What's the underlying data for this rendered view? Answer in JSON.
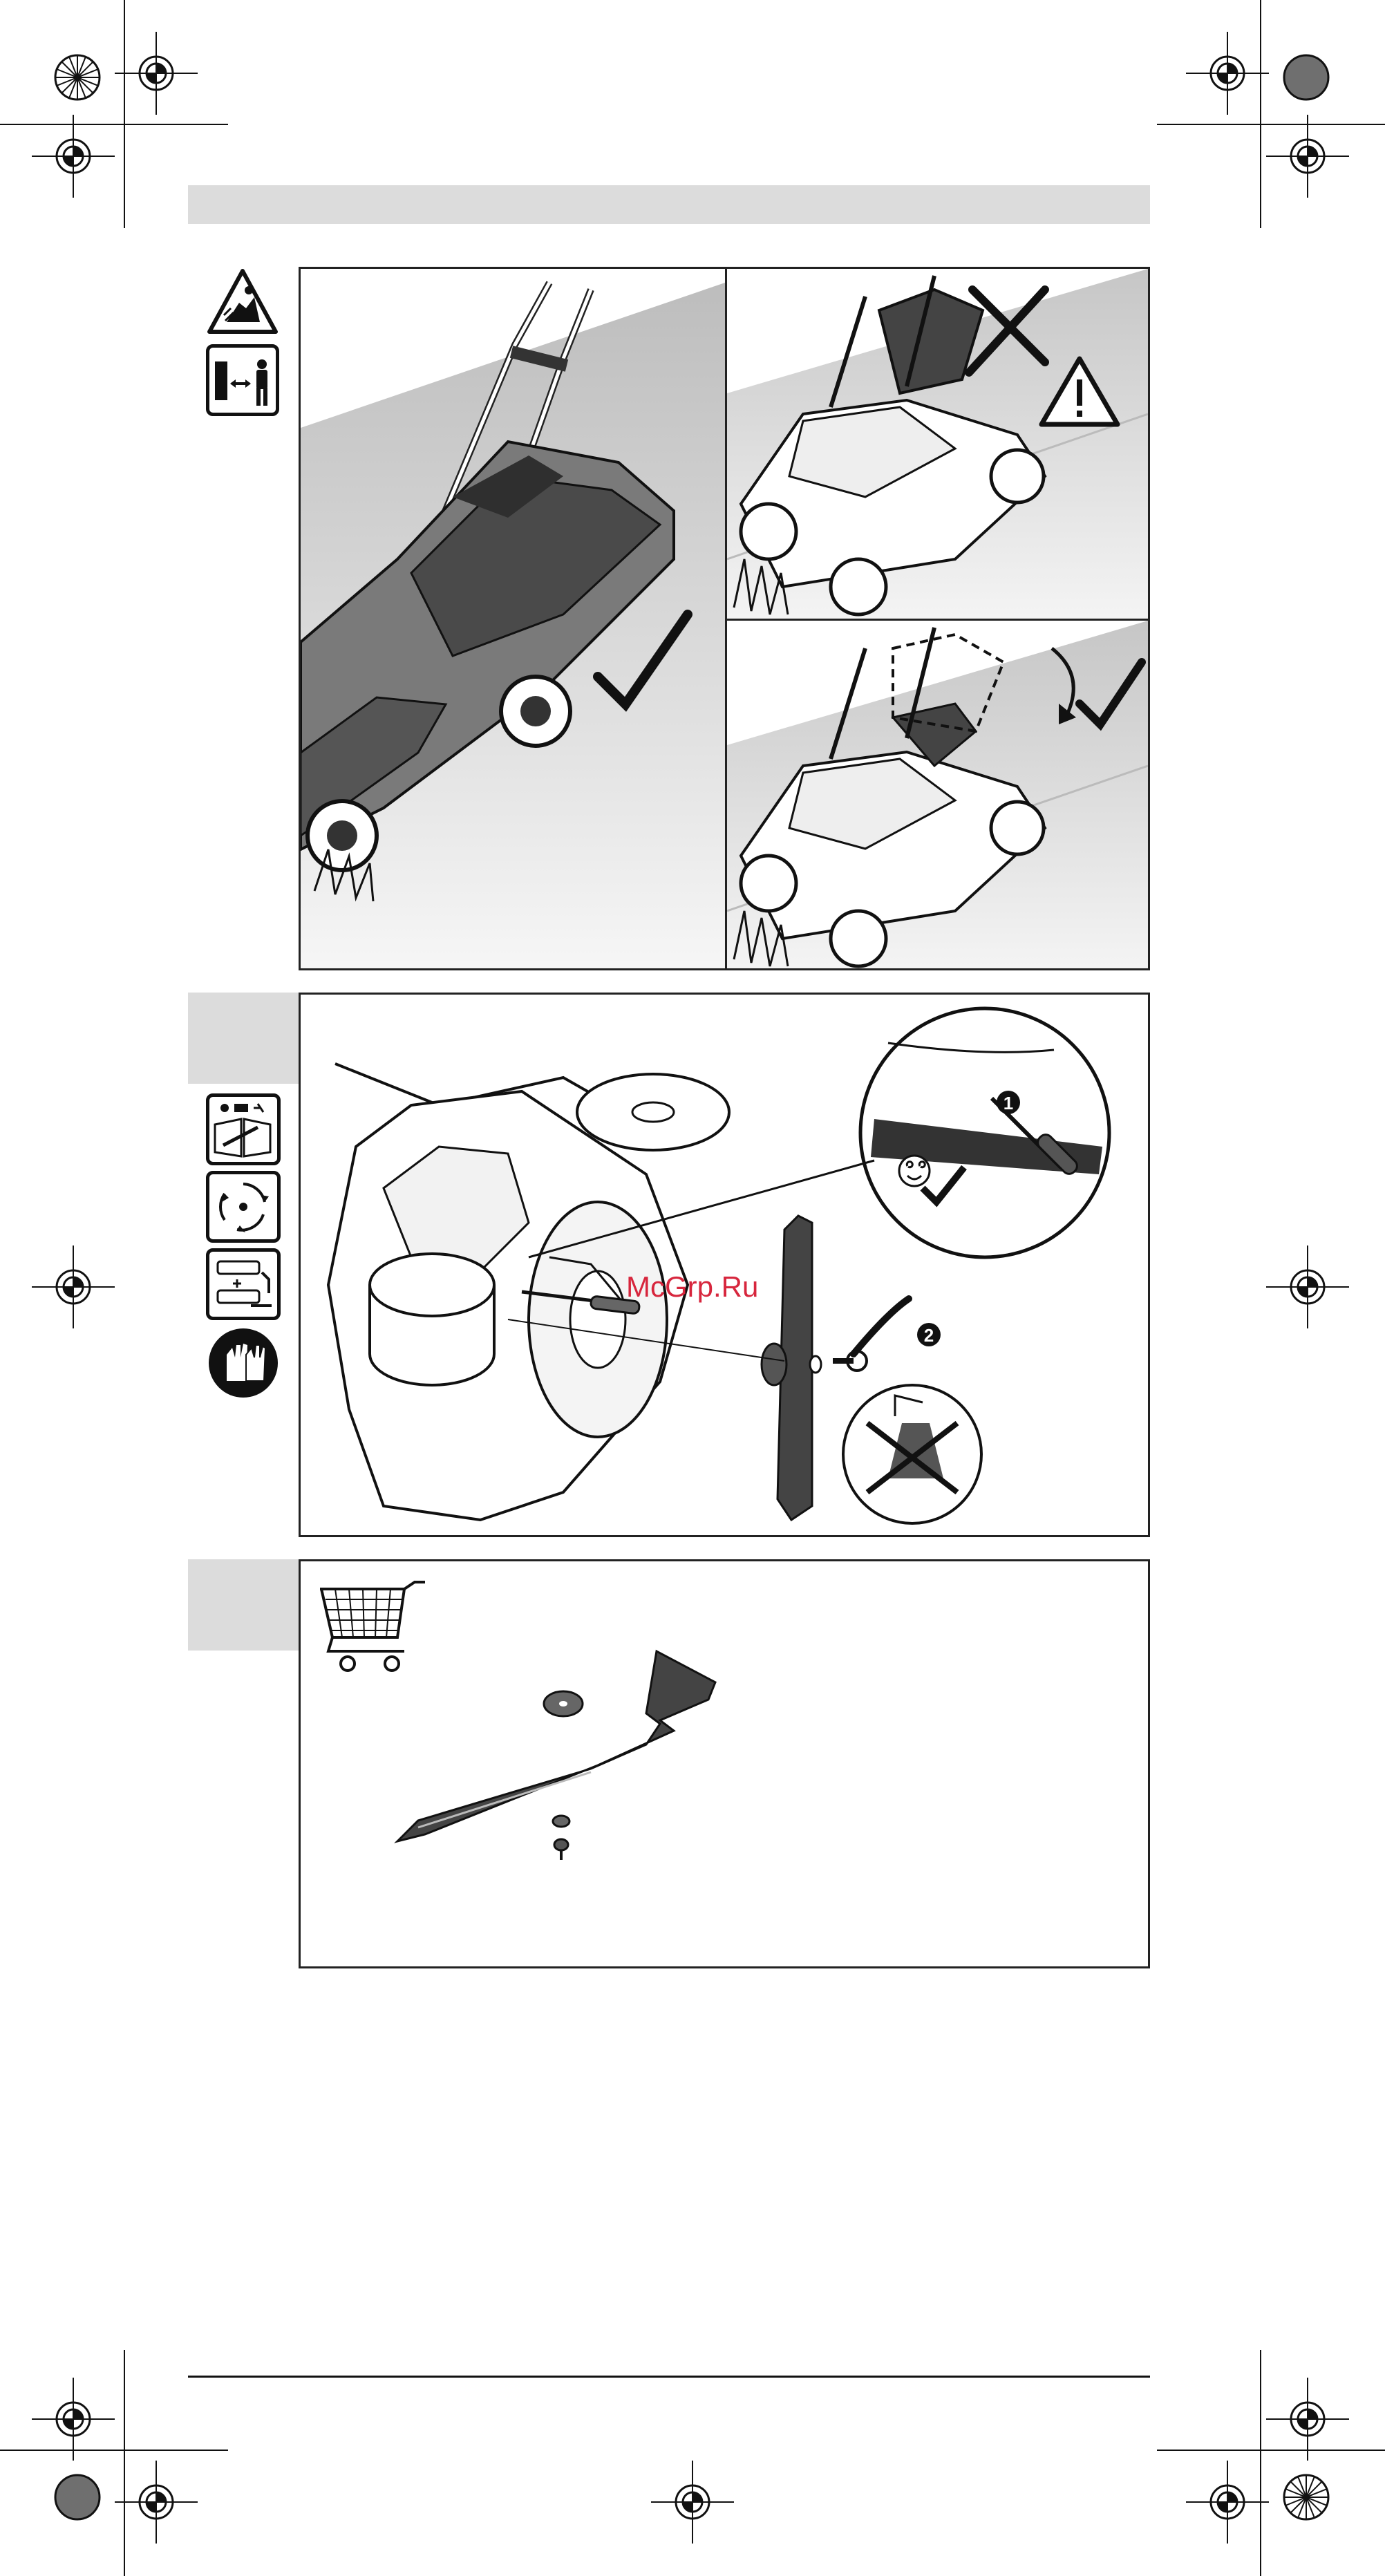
{
  "page": {
    "watermark": "McGrp.Ru"
  },
  "figure2": {
    "callout_1": "1",
    "callout_2": "2"
  },
  "colors": {
    "header_bar": "#dcdcdc",
    "tab": "#dcdcdc",
    "line": "#111111",
    "watermark": "#d7263d"
  },
  "icons": {
    "crosshair": "registration-mark-icon",
    "starburst": "print-starburst-icon",
    "gray_disc": "print-color-disc-icon",
    "warning": "warning-triangle-icon",
    "bystander": "keep-bystanders-away-icon",
    "unplug": "unplug-read-manual-icon",
    "blade_rotation": "rotating-blade-icon",
    "lift": "lift-mower-icon",
    "gloves": "wear-gloves-icon",
    "cart": "shopping-cart-icon"
  }
}
